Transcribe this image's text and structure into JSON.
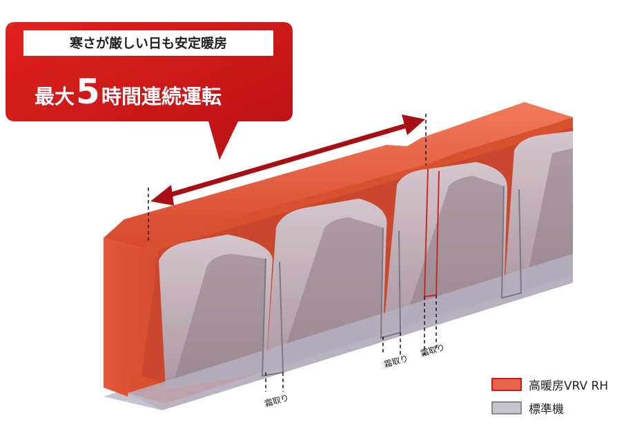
{
  "callout": {
    "subtitle": "寒さが厳しい日も安定暖房",
    "headline_prefix": "最大",
    "headline_number": "5",
    "headline_suffix": "時間連続運転"
  },
  "frost_labels": [
    "霜取り",
    "霜取り",
    "霜取り"
  ],
  "legend": [
    {
      "label": "高暖房VRV RH",
      "color": "#e8644a"
    },
    {
      "label": "標準機",
      "color": "#c9c3cd"
    }
  ],
  "colors": {
    "accent_red": "#c8191e",
    "orange_band": "#e2583b",
    "gray_band": "#b9b1bb"
  }
}
